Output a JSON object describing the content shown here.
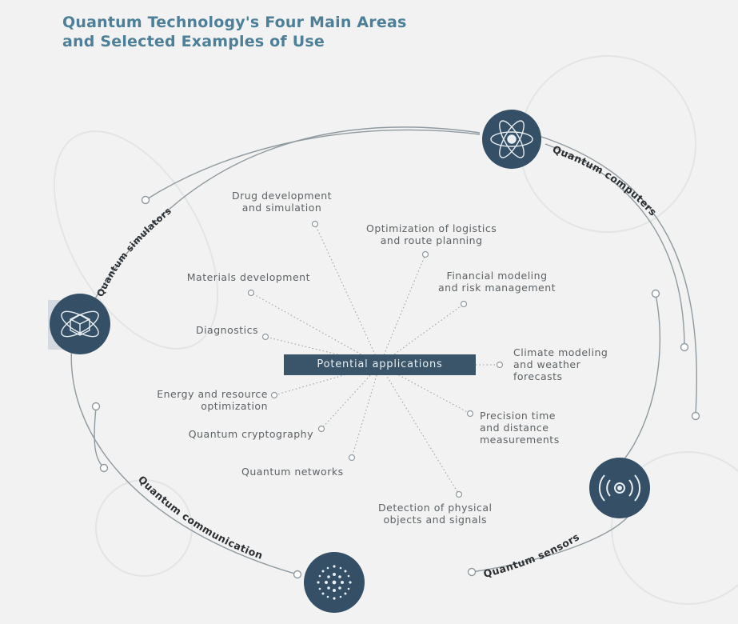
{
  "title": {
    "line1": "Quantum Technology's Four Main Areas",
    "line2": "and Selected Examples of Use"
  },
  "center": {
    "label": "Potential applications"
  },
  "areas": {
    "computers": "Quantum computers",
    "simulators": "Quantum simulators",
    "communication": "Quantum communication",
    "sensors": "Quantum sensors"
  },
  "applications": {
    "drug": {
      "line1": "Drug development",
      "line2": "and simulation"
    },
    "logistics": {
      "line1": "Optimization of logistics",
      "line2": "and route planning"
    },
    "financial": {
      "line1": "Financial modeling",
      "line2": "and risk management"
    },
    "materials": {
      "line1": "Materials development"
    },
    "diagnostics": {
      "line1": "Diagnostics"
    },
    "climate": {
      "line1": "Climate modeling",
      "line2": "and weather",
      "line3": "forecasts"
    },
    "energy": {
      "line1": "Energy and resource",
      "line2": "optimization"
    },
    "precision": {
      "line1": "Precision time",
      "line2": "and distance",
      "line3": "measurements"
    },
    "cryptography": {
      "line1": "Quantum cryptography"
    },
    "networks": {
      "line1": "Quantum networks"
    },
    "detection": {
      "line1": "Detection of physical",
      "line2": "objects and signals"
    }
  },
  "icons": {
    "computers": "atom-icon",
    "simulators": "cube-atom-icon",
    "communication": "dot-grid-icon",
    "sensors": "signal-waves-icon"
  },
  "colors": {
    "title": "#4d7f98",
    "node": "#344f66",
    "center_box": "#3a5569",
    "ring": "#8f9aa0",
    "text": "#5d6266"
  }
}
